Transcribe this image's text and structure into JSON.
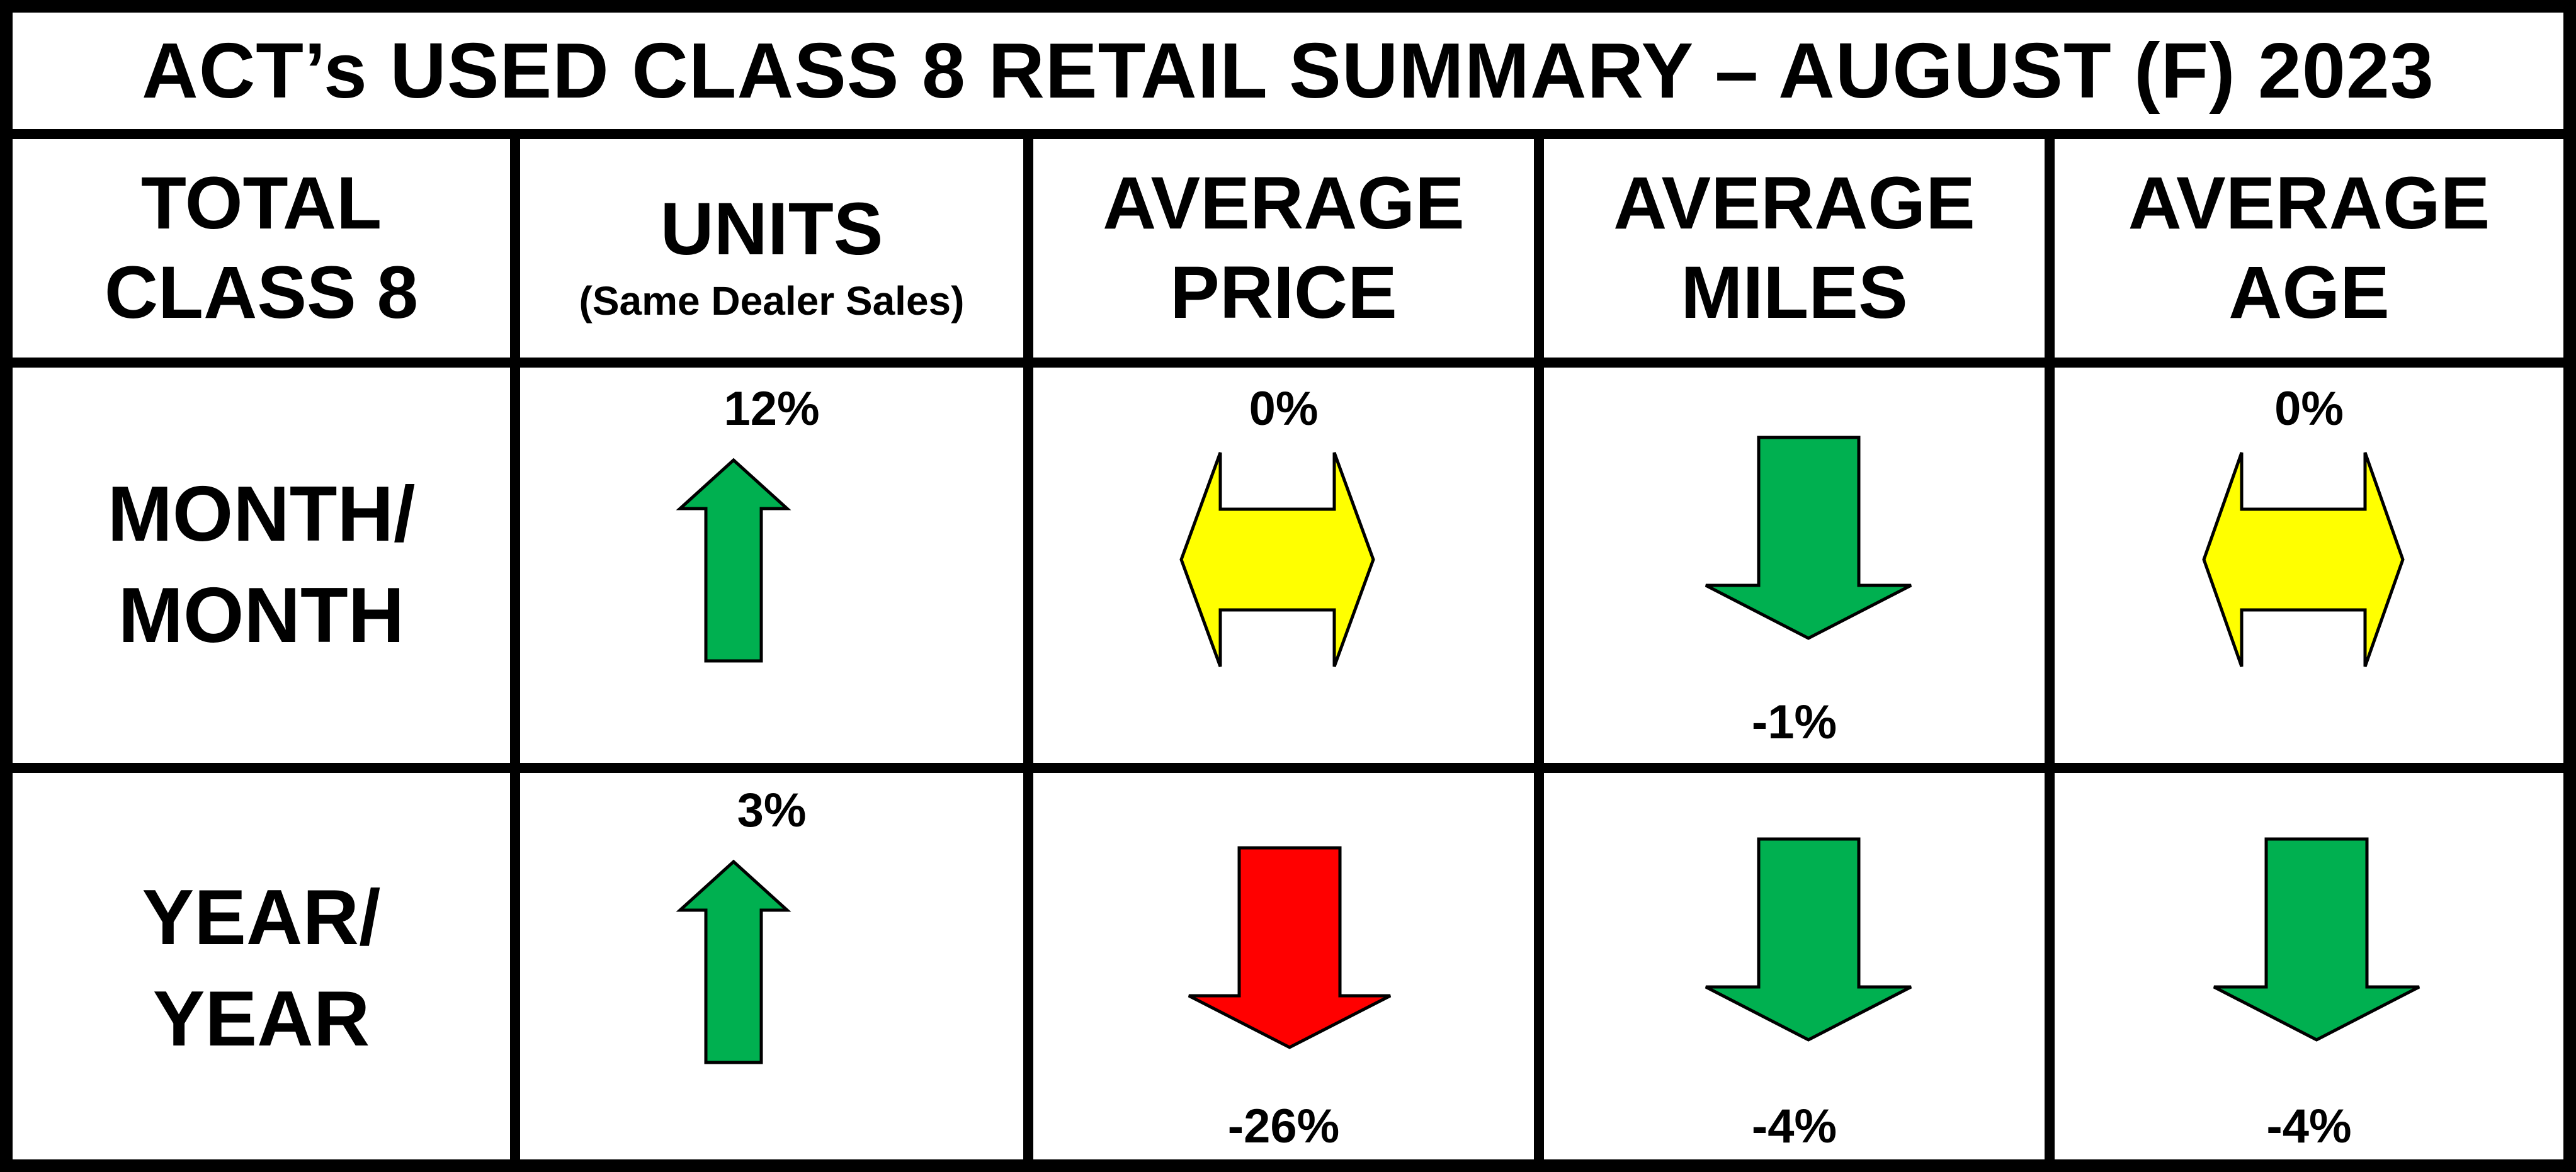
{
  "title": "ACT’s USED CLASS 8 RETAIL SUMMARY – AUGUST (F) 2023",
  "headers": {
    "total": {
      "line1": "TOTAL",
      "line2": "CLASS 8"
    },
    "units": {
      "line1": "UNITS",
      "sub": "(Same Dealer Sales)"
    },
    "price": {
      "line1": "AVERAGE",
      "line2": "PRICE"
    },
    "miles": {
      "line1": "AVERAGE",
      "line2": "MILES"
    },
    "age": {
      "line1": "AVERAGE",
      "line2": "AGE"
    }
  },
  "rows": {
    "month": {
      "label1": "MONTH/",
      "label2": "MONTH",
      "units": {
        "value": "12%",
        "direction": "up",
        "color": "#00b050"
      },
      "price": {
        "value": "0%",
        "direction": "flat",
        "color": "#ffff00"
      },
      "miles": {
        "value": "-1%",
        "direction": "down",
        "color": "#00b050"
      },
      "age": {
        "value": "0%",
        "direction": "flat",
        "color": "#ffff00"
      }
    },
    "year": {
      "label1": "YEAR/",
      "label2": "YEAR",
      "units": {
        "value": "3%",
        "direction": "up",
        "color": "#00b050"
      },
      "price": {
        "value": "-26%",
        "direction": "down",
        "color": "#ff0000"
      },
      "miles": {
        "value": "-4%",
        "direction": "down",
        "color": "#00b050"
      },
      "age": {
        "value": "-4%",
        "direction": "down",
        "color": "#00b050"
      }
    }
  },
  "icons": {
    "up": "up-arrow-icon",
    "down": "down-arrow-icon",
    "flat": "left-right-arrow-icon"
  }
}
